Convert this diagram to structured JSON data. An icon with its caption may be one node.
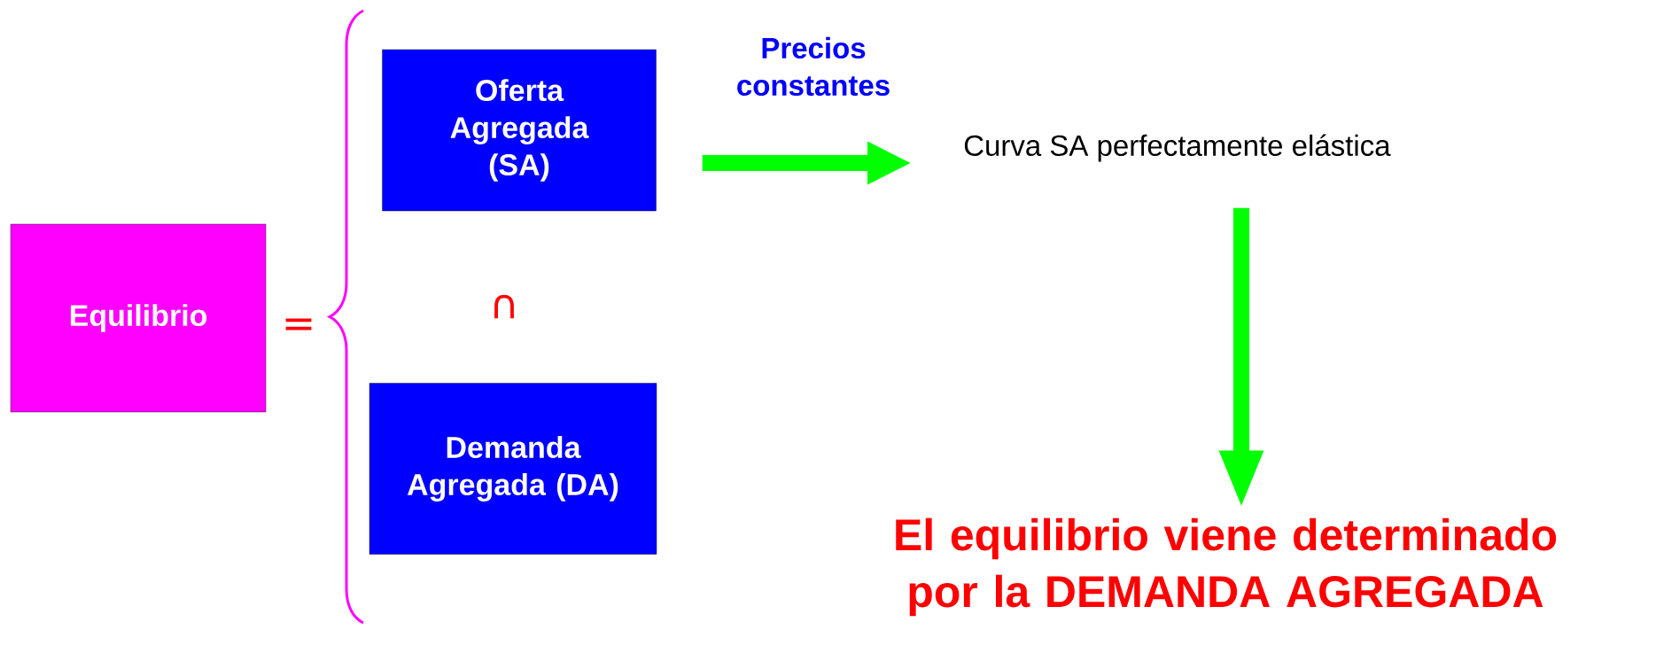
{
  "diagram": {
    "nodes": [
      {
        "text": [
          "Equilibrio"
        ]
      },
      {
        "text": [
          "Oferta Agregada (SA)"
        ]
      },
      {
        "text": [
          "Demanda Agregada (DA)"
        ]
      },
      {
        "text": [
          "Curva SA perfectamente elástica"
        ]
      },
      {
        "text": [
          "El equilibrio viene determinado por la DEMANDA AGREGADA"
        ]
      }
    ],
    "edges": [
      {
        "from": 1,
        "to": 3,
        "arrow": "to",
        "label": "Precios constantes"
      },
      {
        "from": 3,
        "to": 4,
        "arrow": "to"
      }
    ],
    "labels": [
      "=",
      "∩"
    ]
  }
}
